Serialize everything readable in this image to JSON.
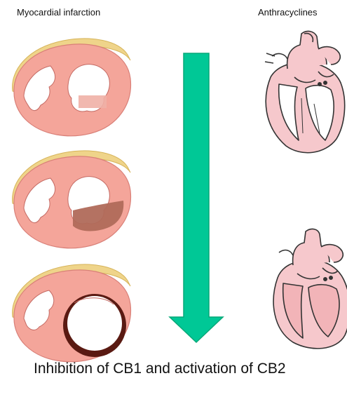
{
  "labels": {
    "left_column": "Myocardial infarction",
    "right_column": "Anthracyclines"
  },
  "caption": "Inhibition of CB1 and activation of CB2",
  "colors": {
    "myocardium": "#f4a59a",
    "myocardium_edge": "#d98078",
    "pericardial_fat": "#efd48a",
    "infarct_mid": "#b06a5a",
    "infarct_severe": "#5a1a12",
    "arrow": "#00c896",
    "arrow_edge": "#07a878",
    "heart_fill": "#f6c8cc",
    "heart_stroke": "#333333"
  },
  "icons": [
    "heart-cross-section-icon",
    "heart-anatomy-icon",
    "down-arrow-icon"
  ]
}
